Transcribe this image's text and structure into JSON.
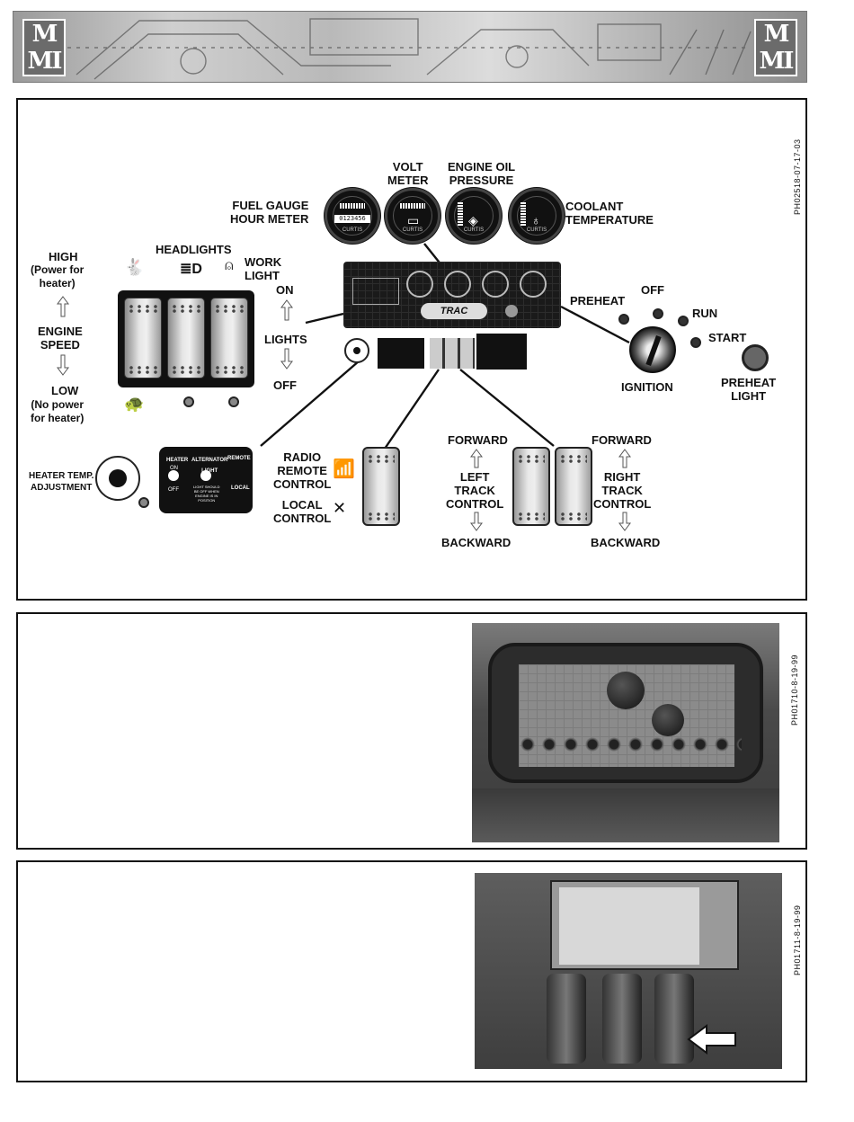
{
  "photo_codes": {
    "panel1": "PH02518-07-17-03",
    "panel2": "PH01710-8-19-99",
    "panel3": "PH01711-8-19-99"
  },
  "gauges": {
    "fuel_gauge_hour_meter": "FUEL GAUGE\nHOUR METER",
    "volt_meter": "VOLT\nMETER",
    "engine_oil_pressure": "ENGINE OIL\nPRESSURE",
    "coolant_temperature": "COOLANT\nTEMPERATURE",
    "brand": "CURTIS",
    "odometer": "0123456"
  },
  "switches": {
    "headlights": "HEADLIGHTS",
    "work_light": "WORK\nLIGHT",
    "high": "HIGH",
    "high_note": "(Power for\nheater)",
    "engine_speed": "ENGINE\nSPEED",
    "low": "LOW",
    "low_note": "(No power\nfor heater)",
    "on": "ON",
    "lights": "LIGHTS",
    "off": "OFF"
  },
  "ignition": {
    "preheat": "PREHEAT",
    "off": "OFF",
    "run": "RUN",
    "start": "START",
    "ignition": "IGNITION",
    "preheat_light": "PREHEAT\nLIGHT"
  },
  "dash": {
    "logo": "TRAC"
  },
  "lower": {
    "heater_temp": "HEATER TEMP.\nADJUSTMENT",
    "heater": "HEATER",
    "heater_on": "ON",
    "heater_off": "OFF",
    "alternator_light": "ALTERNATOR\nLIGHT",
    "remote": "REMOTE",
    "local": "LOCAL",
    "alt_note": "LIGHT SHOULD\nBE OFF WHEN\nENGINE IS IN\nPOSITION",
    "radio_remote_control": "RADIO\nREMOTE\nCONTROL",
    "local_control": "LOCAL\nCONTROL",
    "forward": "FORWARD",
    "backward": "BACKWARD",
    "left_track_control": "LEFT\nTRACK\nCONTROL",
    "right_track_control": "RIGHT\nTRACK\nCONTROL"
  },
  "colors": {
    "border": "#111111",
    "header_gray": "#b9b9b9",
    "photo_dark": "#4a4a4a"
  }
}
